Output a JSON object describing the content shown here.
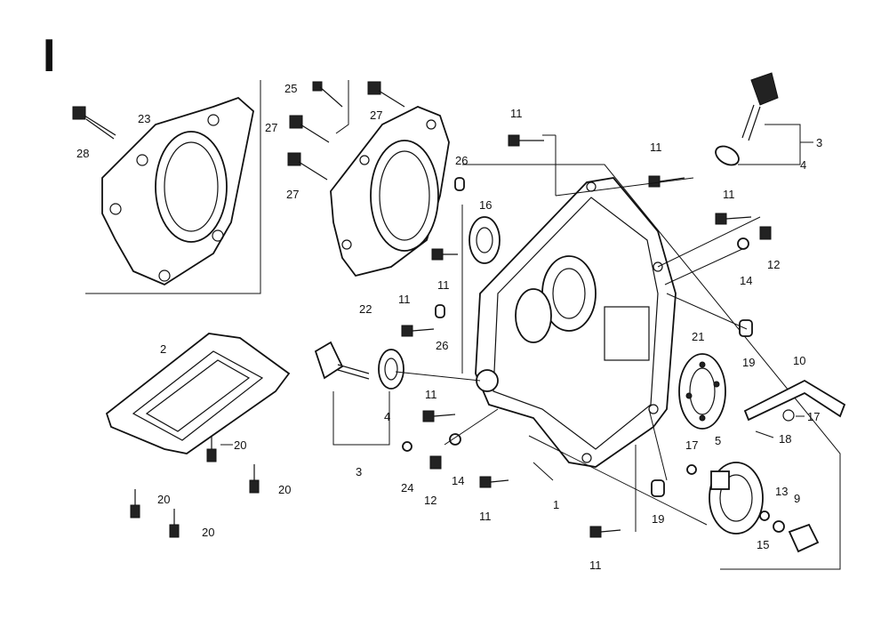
{
  "diagram": {
    "section_title": "I",
    "callouts": [
      "1",
      "2",
      "3",
      "3",
      "4",
      "4",
      "5",
      "9",
      "10",
      "11",
      "11",
      "11",
      "11",
      "11",
      "11",
      "11",
      "11",
      "12",
      "12",
      "13",
      "14",
      "14",
      "15",
      "16",
      "17",
      "17",
      "18",
      "19",
      "19",
      "20",
      "20",
      "20",
      "20",
      "21",
      "22",
      "23",
      "24",
      "25",
      "26",
      "26",
      "27",
      "27",
      "27",
      "28"
    ]
  }
}
